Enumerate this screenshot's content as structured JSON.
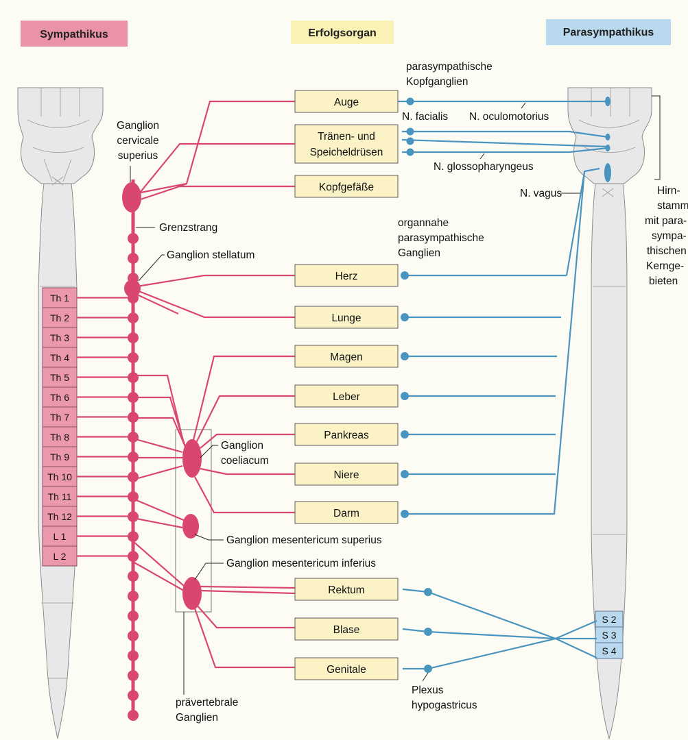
{
  "headers": {
    "sympathikus": "Sympathikus",
    "erfolgsorgan": "Erfolgsorgan",
    "parasympathikus": "Parasympathikus"
  },
  "colors": {
    "sympathikus_header": "#ea93a6",
    "erfolgsorgan_header": "#faf2b4",
    "parasympathikus_header": "#b9d9ef",
    "sympathetic_line": "#d9476e",
    "parasympathetic_line": "#4a94c0",
    "organ_box": "#fbf3c6"
  },
  "organs": [
    {
      "line1": "Auge",
      "line2": ""
    },
    {
      "line1": "Tränen- und",
      "line2": "Speicheldrüsen"
    },
    {
      "line1": "Kopfgefäße",
      "line2": ""
    },
    {
      "line1": "Herz",
      "line2": ""
    },
    {
      "line1": "Lunge",
      "line2": ""
    },
    {
      "line1": "Magen",
      "line2": ""
    },
    {
      "line1": "Leber",
      "line2": ""
    },
    {
      "line1": "Pankreas",
      "line2": ""
    },
    {
      "line1": "Niere",
      "line2": ""
    },
    {
      "line1": "Darm",
      "line2": ""
    },
    {
      "line1": "Rektum",
      "line2": ""
    },
    {
      "line1": "Blase",
      "line2": ""
    },
    {
      "line1": "Genitale",
      "line2": ""
    }
  ],
  "thoracolumbar_segments": [
    "Th 1",
    "Th 2",
    "Th 3",
    "Th 4",
    "Th 5",
    "Th 6",
    "Th 7",
    "Th 8",
    "Th 9",
    "Th 10",
    "Th 11",
    "Th 12",
    "L 1",
    "L 2"
  ],
  "sacral_segments": [
    "S 2",
    "S 3",
    "S 4"
  ],
  "sympathetic_labels": {
    "ganglion_cervicale_1": "Ganglion",
    "ganglion_cervicale_2": "cervicale",
    "ganglion_cervicale_3": "superius",
    "grenzstrang": "Grenzstrang",
    "ganglion_stellatum": "Ganglion stellatum",
    "ganglion_coeliacum_1": "Ganglion",
    "ganglion_coeliacum_2": "coeliacum",
    "ganglion_mes_sup": "Ganglion mesentericum superius",
    "ganglion_mes_inf": "Ganglion mesentericum inferius",
    "praevertebrale_1": "prävertebrale",
    "praevertebrale_2": "Ganglien"
  },
  "parasympathetic_labels": {
    "kopfganglien_1": "parasympathische",
    "kopfganglien_2": "Kopfganglien",
    "n_facialis": "N. facialis",
    "n_oculomotorius": "N. oculomotorius",
    "n_glossopharyngeus": "N. glossopharyngeus",
    "n_vagus": "N. vagus",
    "organnahe_1": "organnahe",
    "organnahe_2": "parasympathische",
    "organnahe_3": "Ganglien",
    "hirnstamm_1": "Hirn-",
    "hirnstamm_2": "stamm",
    "hirnstamm_3": "mit para-",
    "hirnstamm_4": "sympa-",
    "hirnstamm_5": "thischen",
    "hirnstamm_6": "Kernge-",
    "hirnstamm_7": "bieten",
    "plexus_1": "Plexus",
    "plexus_2": "hypogastricus"
  }
}
